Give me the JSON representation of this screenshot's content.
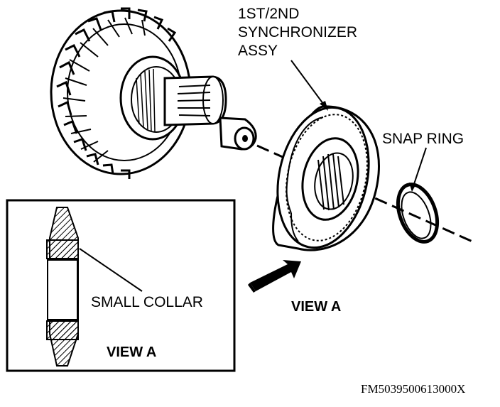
{
  "labels": {
    "synchronizer_line1": "1ST/2ND",
    "synchronizer_line2": "SYNCHRONIZER",
    "synchronizer_line3": "ASSY",
    "snap_ring": "SNAP RING",
    "view_a_arrow": "VIEW A",
    "small_collar": "SMALL COLLAR",
    "view_a_inset": "VIEW A",
    "figure_id": "FM5039500613000X"
  }
}
